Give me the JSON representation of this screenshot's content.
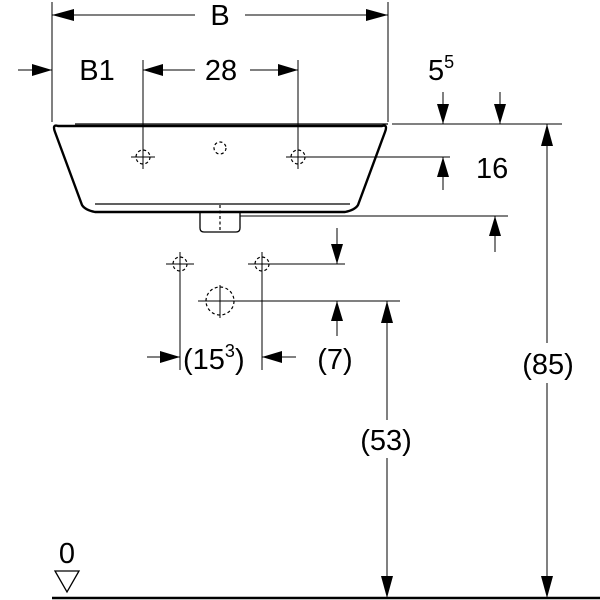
{
  "labels": {
    "B": "B",
    "B1": "B1",
    "d28": "28",
    "d5_base": "5",
    "d5_sup": "5",
    "d16": "16",
    "d15_open": "(15",
    "d15_sup": "3",
    "d15_close": ")",
    "d7": "(7)",
    "d85": "(85)",
    "d53": "(53)",
    "floor": "0"
  },
  "colors": {
    "line": "#000000",
    "background": "#ffffff"
  }
}
